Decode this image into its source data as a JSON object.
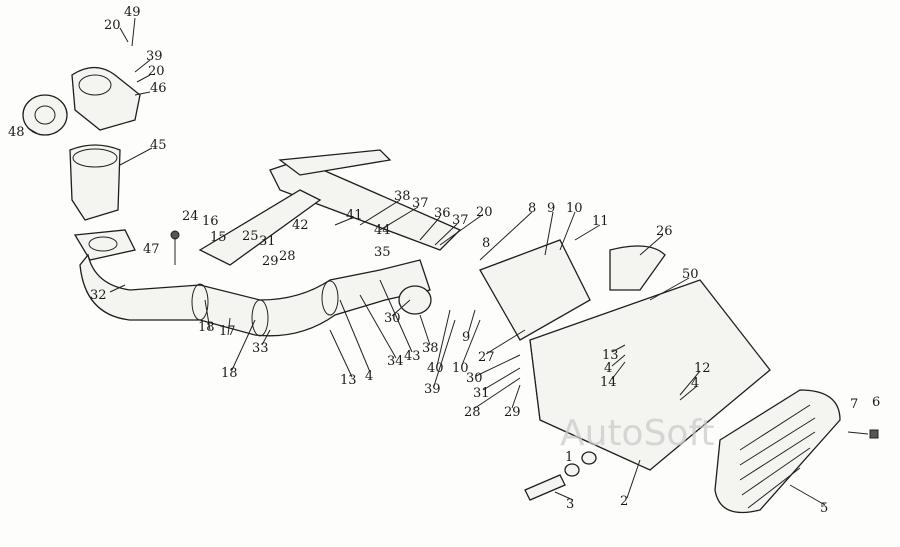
{
  "diagram": {
    "watermark": "AutoSoft",
    "callouts": [
      "49",
      "20",
      "39",
      "20",
      "46",
      "48",
      "45",
      "24",
      "16",
      "15",
      "47",
      "25",
      "31",
      "29",
      "28",
      "42",
      "38",
      "37",
      "41",
      "44",
      "36",
      "37",
      "35",
      "20",
      "8",
      "9",
      "10",
      "11",
      "8",
      "26",
      "50",
      "32",
      "18",
      "17",
      "18",
      "33",
      "30",
      "38",
      "43",
      "34",
      "4",
      "13",
      "40",
      "39",
      "9",
      "10",
      "27",
      "30",
      "31",
      "28",
      "29",
      "13",
      "4",
      "14",
      "12",
      "4",
      "7",
      "6",
      "1",
      "3",
      "2",
      "5"
    ]
  }
}
